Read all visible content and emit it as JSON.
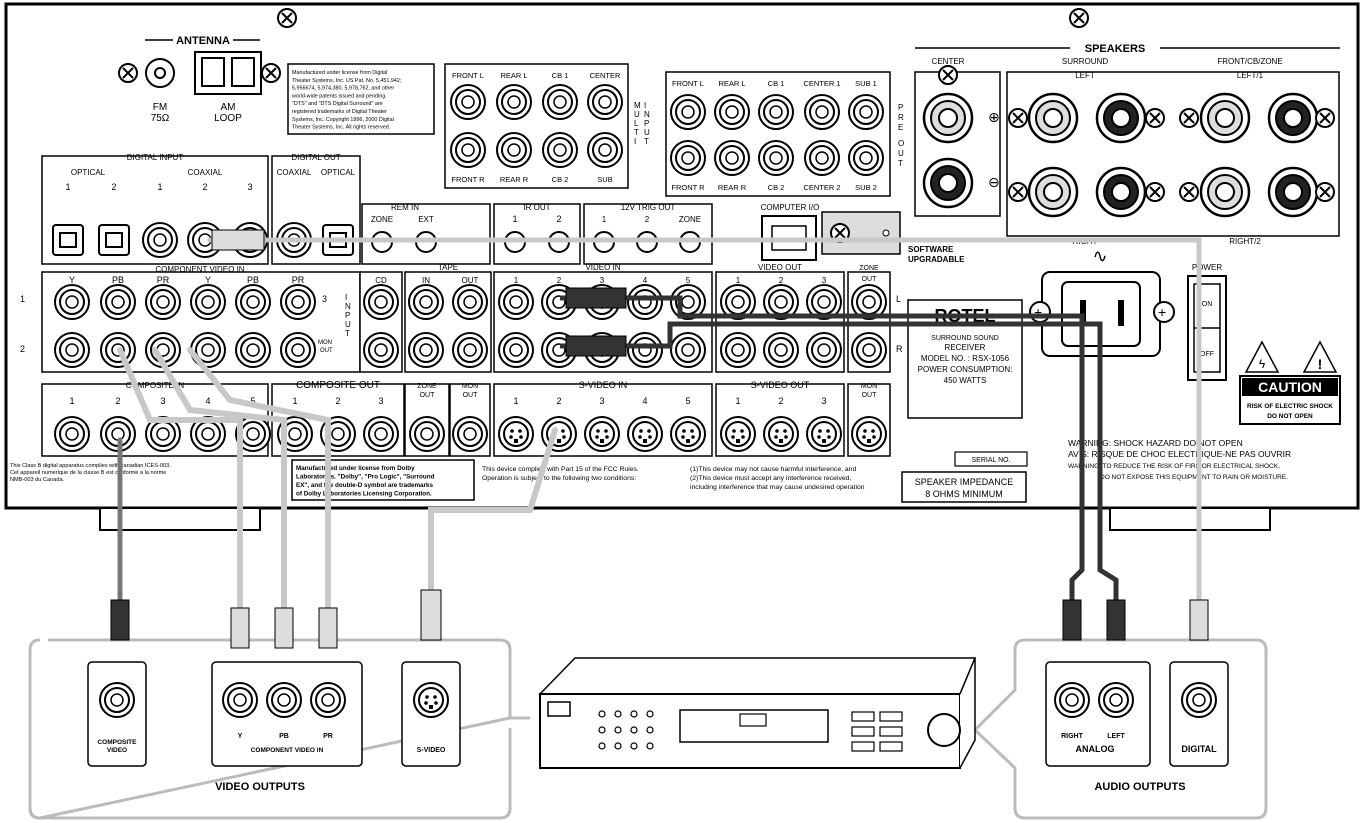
{
  "antenna": {
    "title": "ANTENNA",
    "fm_label": "FM",
    "fm_impedance": "75Ω",
    "am_label": "AM",
    "am_loop": "LOOP"
  },
  "dts_notice": [
    "Manufactured under license from Digital",
    "Theater Systems, Inc. US Pat. No. 5,451,942;",
    "5,956674, 5,974,380, 5,978,762, and other",
    "world-wide patents issued and pending.",
    "\"DTS\" and \"DTS Digital Surround\" are",
    "registered trademarks of Digital Theater",
    "Systems, Inc. Copyright 1996, 2000 Digital",
    "Theater Systems, Inc. All rights reserved."
  ],
  "multi_input": {
    "top": [
      "FRONT L",
      "REAR L",
      "CB 1",
      "CENTER"
    ],
    "bottom": [
      "FRONT R",
      "REAR R",
      "CB 2",
      "SUB"
    ],
    "side_a": "MULTI",
    "side_b": "INPUT"
  },
  "pre_out": {
    "top": [
      "FRONT L",
      "REAR L",
      "CB 1",
      "CENTER 1",
      "SUB 1"
    ],
    "bottom": [
      "FRONT R",
      "REAR R",
      "CB 2",
      "CENTER 2",
      "SUB 2"
    ],
    "side": "PRE OUT"
  },
  "speakers": {
    "title": "SPEAKERS",
    "center": "CENTER",
    "surround": "SURROUND",
    "left": "LEFT",
    "right": "RIGHT",
    "front": "FRONT/CB/ZONE",
    "left1": "LEFT/1",
    "right2": "RIGHT/2"
  },
  "digital_input": {
    "title": "DIGITAL INPUT",
    "optical": "OPTICAL",
    "coaxial": "COAXIAL",
    "nums": [
      "1",
      "2",
      "1",
      "2",
      "3"
    ]
  },
  "digital_out": {
    "title": "DIGITAL OUT",
    "coaxial": "COAXIAL",
    "optical": "OPTICAL"
  },
  "rem_in": {
    "title": "REM IN",
    "zone": "ZONE",
    "ext": "EXT"
  },
  "ir_out": {
    "title": "IR OUT",
    "nums": [
      "1",
      "2"
    ]
  },
  "trig_out": {
    "title": "12V TRIG OUT",
    "nums": [
      "1",
      "2"
    ],
    "zone": "ZONE"
  },
  "computer_io": "COMPUTER I/O",
  "software": [
    "SOFTWARE",
    "UPGRADABLE"
  ],
  "component_in": {
    "title": "COMPONENT VIDEO IN",
    "labels": [
      "Y",
      "PB",
      "PR",
      "Y",
      "PB",
      "PR"
    ],
    "row1": "1",
    "row2": "2",
    "row3": "3",
    "mon_out": [
      "MON",
      "OUT"
    ],
    "input_side": "INPUT"
  },
  "audio_cols": {
    "cd": "CD",
    "tape": "TAPE",
    "tape_in": "IN",
    "tape_out": "OUT",
    "video_in": "VIDEO IN",
    "video_in_nums": [
      "1",
      "2",
      "3",
      "4",
      "5"
    ],
    "video_out": "VIDEO OUT",
    "video_out_nums": [
      "1",
      "2",
      "3"
    ],
    "zone_out": [
      "ZONE",
      "OUT"
    ],
    "l": "L",
    "r": "R"
  },
  "brand": {
    "logo": "ROTEL",
    "line1": "SURROUND SOUND",
    "line2": "RECEIVER",
    "model": "MODEL NO. : RSX-1056",
    "power": "POWER CONSUMPTION:",
    "watts": "450 WATTS"
  },
  "power": {
    "title": "POWER",
    "on": "ON",
    "off": "OFF"
  },
  "caution": {
    "title": "CAUTION",
    "line1": "RISK OF ELECTRIC SHOCK",
    "line2": "DO NOT OPEN"
  },
  "composite_in": {
    "title": "COMPOSITE IN",
    "nums": [
      "1",
      "2",
      "3",
      "4",
      "5"
    ]
  },
  "composite_out": {
    "title": "COMPOSITE OUT",
    "nums": [
      "1",
      "2",
      "3"
    ],
    "zone": [
      "ZONE",
      "OUT"
    ],
    "mon": [
      "MON",
      "OUT"
    ]
  },
  "svideo_in": {
    "title": "S-VIDEO IN",
    "nums": [
      "1",
      "2",
      "3",
      "4",
      "5"
    ]
  },
  "svideo_out": {
    "title": "S-VIDEO OUT",
    "nums": [
      "1",
      "2",
      "3"
    ],
    "mon": [
      "MON",
      "OUT"
    ]
  },
  "canada_notice": [
    "This Class B digital apparatus complies with canadian ICES-003.",
    "Cet appareil numerique de la classe B est conforme a la norme",
    "NMB-003 du Canada."
  ],
  "dolby_notice": [
    "Manufactured under license from Dolby",
    "Laboratories. \"Dolby\", \"Pro Logic\", \"Surround",
    "EX\", and the double-D symbol are trademarks",
    "of Dolby Laboratories Licensing Corporation."
  ],
  "fcc_notice": [
    "This device complies with Part 15 of the FCC Rules.",
    "Operation is subject to the following two conditions:"
  ],
  "fcc_conditions": [
    "(1)This device may not cause harmful interference, and",
    "(2)This device must accept any interference received,",
    "including interference that may cause undesired operation"
  ],
  "serial": "SERIAL NO.",
  "impedance": [
    "SPEAKER IMPEDANCE",
    "8 OHMS MINIMUM"
  ],
  "warning": [
    "WARNING: SHOCK HAZARD DO NOT OPEN",
    "AVIS: RISQUE DE CHOC ELECTRIQUE-NE PAS OUVRIR",
    "WARNING: TO REDUCE THE RISK OF FIRE OR ELECTRICAL SHOCK,",
    "DO NOT EXPOSE THIS EQUIPMENT TO RAIN OR MOISTURE."
  ],
  "video_outputs": {
    "title": "VIDEO OUTPUTS",
    "composite": [
      "COMPOSITE",
      "VIDEO"
    ],
    "component": "COMPONENT VIDEO IN",
    "y": "Y",
    "pb": "PB",
    "pr": "PR",
    "svideo": "S-VIDEO"
  },
  "audio_outputs": {
    "title": "AUDIO OUTPUTS",
    "right": "RIGHT",
    "left": "LEFT",
    "analog": "ANALOG",
    "digital": "DIGITAL"
  },
  "colors": {
    "line": "#000000",
    "cable_light": "#c8c8c8",
    "cable_dark": "#222222",
    "panel": "#ffffff"
  }
}
